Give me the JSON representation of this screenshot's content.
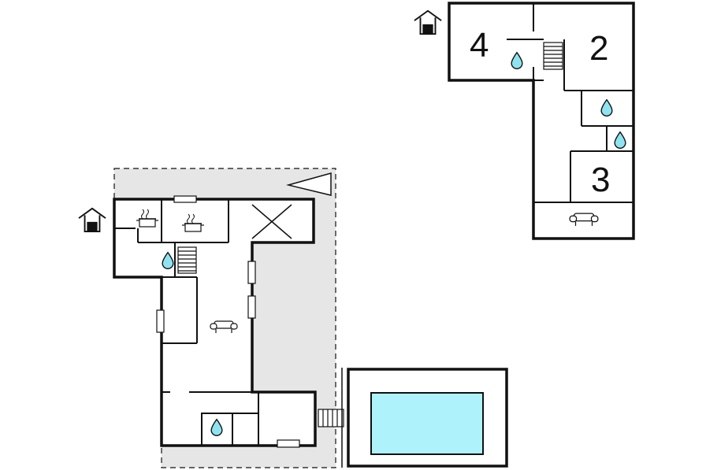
{
  "colors": {
    "wall": "#111111",
    "terrace": "#e6e6e6",
    "pool_water": "#aef3fb",
    "drop_fill": "#8fe3f0",
    "background": "#ffffff"
  },
  "rooms": {
    "room_4": "4",
    "room_2": "2",
    "room_3": "3"
  },
  "icons": {
    "entrance": "house-entrance-icon",
    "compass": "north-arrow-icon",
    "kitchen": "cooking-pot-icon",
    "bath": "water-drop-icon",
    "living": "sofa-icon",
    "stairs": "staircase-icon"
  }
}
